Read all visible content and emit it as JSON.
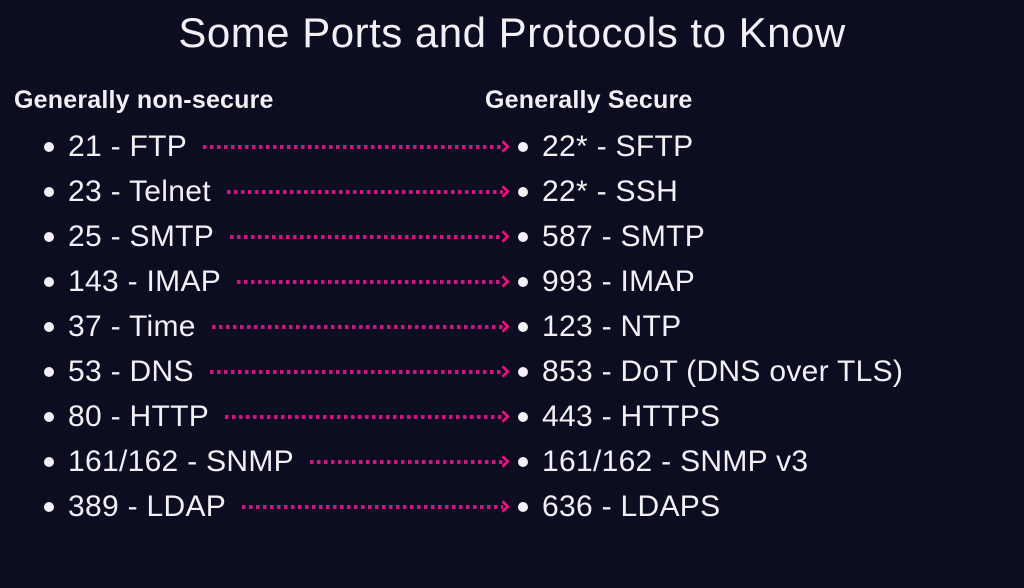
{
  "slide": {
    "title": "Some Ports and Protocols to Know",
    "columns": {
      "nonsecure_header": "Generally non-secure",
      "secure_header": "Generally Secure"
    },
    "mappings": [
      {
        "nonsecure": "21 - FTP",
        "secure": "22* - SFTP"
      },
      {
        "nonsecure": "23 - Telnet",
        "secure": "22* - SSH"
      },
      {
        "nonsecure": "25 - SMTP",
        "secure": "587 - SMTP"
      },
      {
        "nonsecure": "143 - IMAP",
        "secure": "993 - IMAP"
      },
      {
        "nonsecure": "37 - Time",
        "secure": "123 - NTP"
      },
      {
        "nonsecure": "53 - DNS",
        "secure": "853 - DoT (DNS over TLS)"
      },
      {
        "nonsecure": "80 - HTTP",
        "secure": "443 - HTTPS"
      },
      {
        "nonsecure": "161/162 - SNMP",
        "secure": "161/162 - SNMP v3"
      },
      {
        "nonsecure": "389 - LDAP",
        "secure": "636 - LDAPS"
      }
    ],
    "arrow_icon": "dotted-arrow-right"
  },
  "colors": {
    "background": "#0d0d22",
    "text": "#f2f0f4",
    "arrow_dots": "#d21483",
    "arrow_head": "#ee0f7a"
  }
}
